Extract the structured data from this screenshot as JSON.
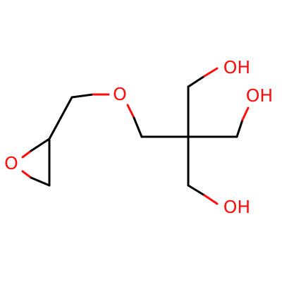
{
  "diagram": {
    "colors": {
      "background": "#ffffff",
      "bond": "#000000",
      "oxygen": "#ff0d0d"
    },
    "atoms": {
      "epoxide_oxygen": "O",
      "ether_oxygen": "O",
      "hydroxyl_top": "OH",
      "hydroxyl_right": "OH",
      "hydroxyl_bottom": "OH"
    }
  }
}
